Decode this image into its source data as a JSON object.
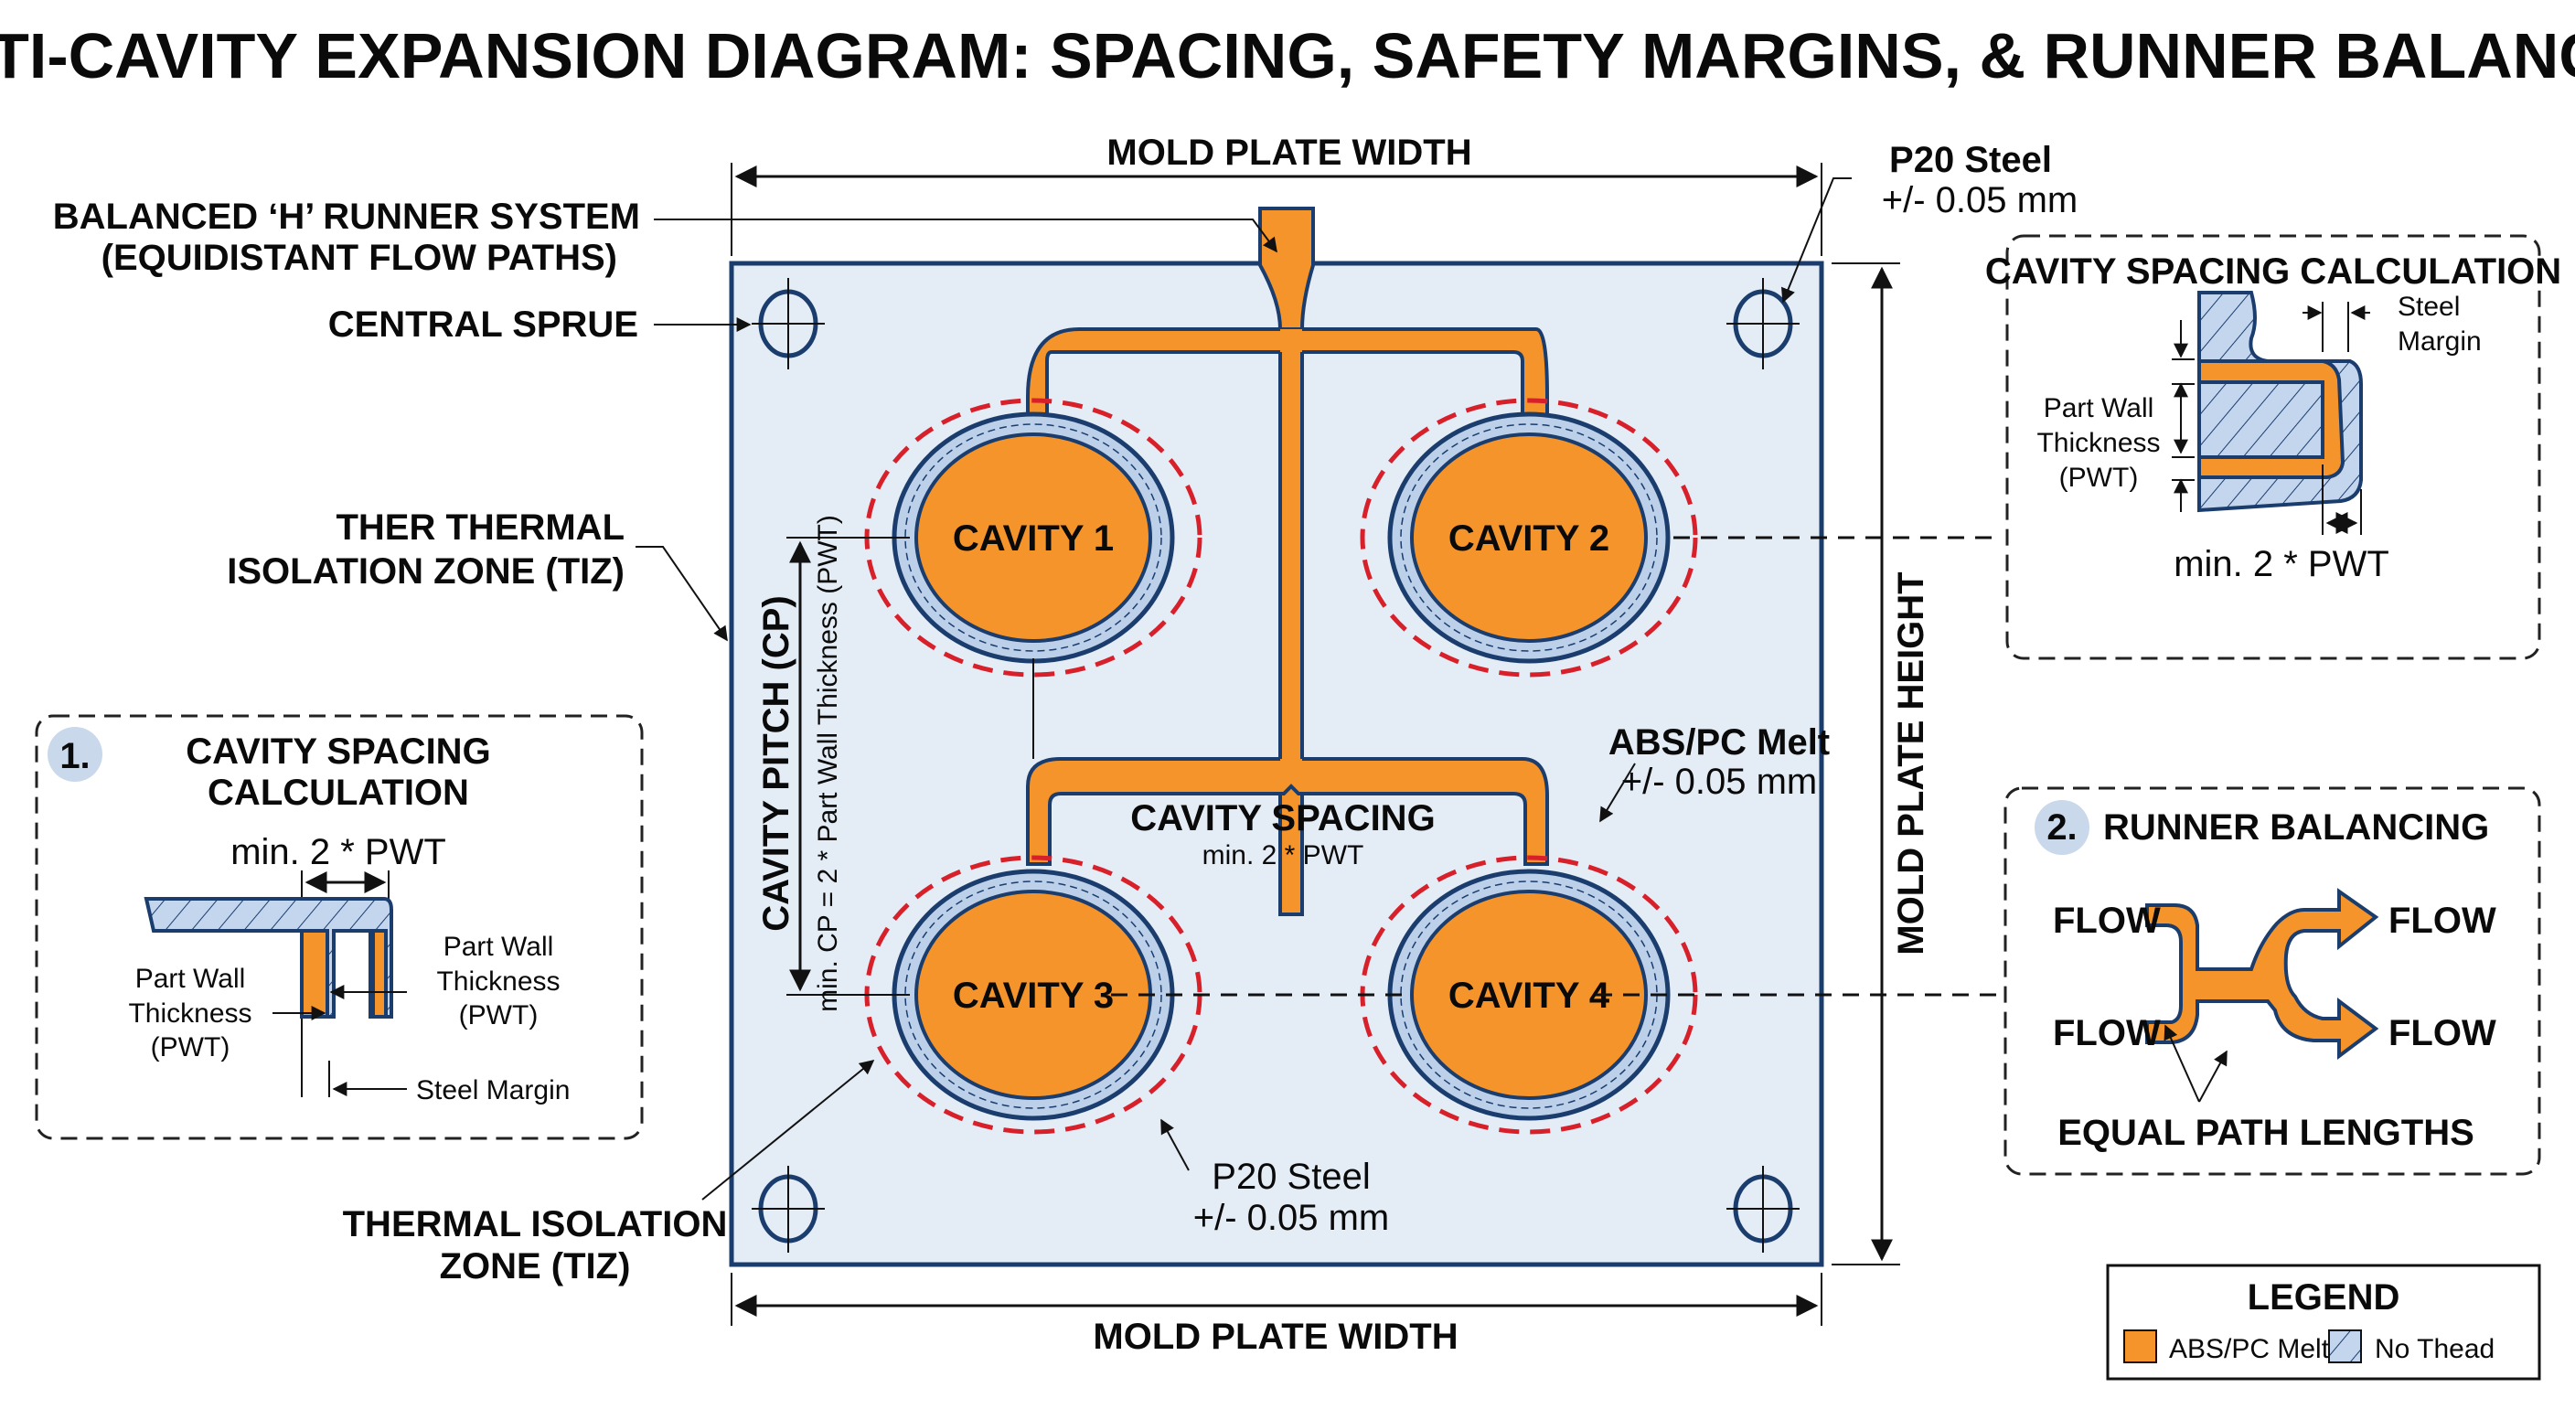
{
  "title": "MULTI-CAVITY EXPANSION DIAGRAM: SPACING, SAFETY MARGINS, & RUNNER BALANCING",
  "colors": {
    "melt": "#f5942a",
    "plate": "#e4ecf6",
    "steel": "#bcd0ea",
    "outline": "#1a3d6e",
    "tiz": "#d7202a"
  },
  "dimensions": {
    "width_top": "MOLD PLATE WIDTH",
    "width_bottom": "MOLD PLATE WIDTH",
    "height": "MOLD PLATE HEIGHT",
    "pitch_title": "CAVITY PITCH (CP)",
    "pitch_formula": "min. CP = 2 * Part Wall Thickness (PWT)"
  },
  "callouts": {
    "runner_line1": "BALANCED ‘H’ RUNNER SYSTEM",
    "runner_line2": "(EQUIDISTANT FLOW PATHS)",
    "sprue": "CENTRAL SPRUE",
    "tiz_top_line1": "THER THERMAL",
    "tiz_top_line2": "ISOLATION ZONE (TIZ)",
    "tiz_bottom_line1": "THERMAL ISOLATION",
    "tiz_bottom_line2": "ZONE (TIZ)",
    "steel_top_line1": "P20 Steel",
    "steel_top_line2": "+/- 0.05 mm",
    "melt_line1": "ABS/PC Melt",
    "melt_line2": "+/- 0.05 mm",
    "steel_bottom_line1": "P20 Steel",
    "steel_bottom_line2": "+/- 0.05 mm",
    "spacing_title": "CAVITY SPACING",
    "spacing_sub": "min. 2 * PWT"
  },
  "cavities": [
    {
      "label": "CAVITY 1"
    },
    {
      "label": "CAVITY 2"
    },
    {
      "label": "CAVITY 3"
    },
    {
      "label": "CAVITY 4"
    }
  ],
  "panel1": {
    "badge": "1.",
    "title_line1": "CAVITY SPACING",
    "title_line2": "CALCULATION",
    "min_label": "min. 2 * PWT",
    "pwt_left_1": "Part Wall",
    "pwt_left_2": "Thickness",
    "pwt_left_3": "(PWT)",
    "pwt_right_1": "Part Wall",
    "pwt_right_2": "Thickness",
    "pwt_right_3": "(PWT)",
    "steel_margin": "Steel Margin"
  },
  "panel_right_top": {
    "title": "CAVITY SPACING CALCULATION",
    "steel_margin_1": "Steel",
    "steel_margin_2": "Margin",
    "pwt_1": "Part Wall",
    "pwt_2": "Thickness",
    "pwt_3": "(PWT)",
    "min_label": "min. 2 * PWT"
  },
  "panel2": {
    "badge": "2.",
    "title": "RUNNER BALANCING",
    "flow_tl": "FLOW",
    "flow_bl": "FLOW",
    "flow_tr": "FLOW",
    "flow_br": "FLOW",
    "equal": "EQUAL PATH LENGTHS"
  },
  "legend": {
    "title": "LEGEND",
    "items": [
      {
        "label": "ABS/PC Melt",
        "swatch": "melt"
      },
      {
        "label": "No Thead",
        "swatch": "hatch"
      }
    ]
  }
}
